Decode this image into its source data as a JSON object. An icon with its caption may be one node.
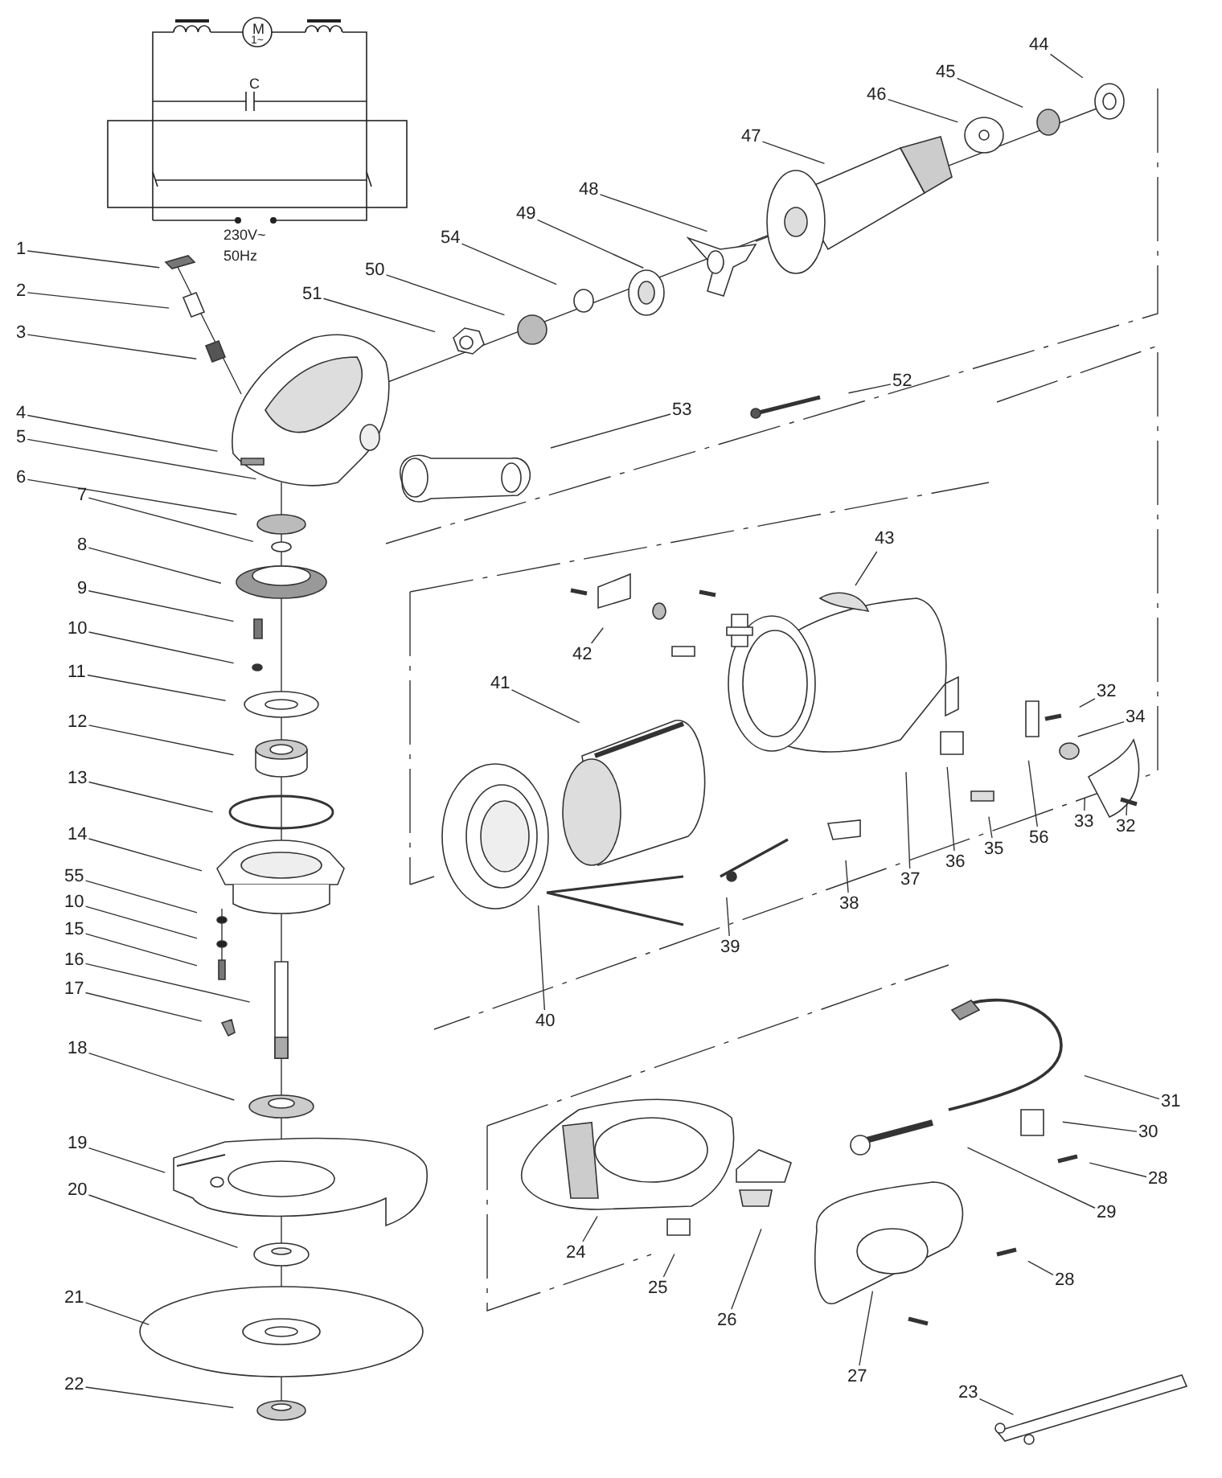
{
  "diagram": {
    "nodes": [
      {
        "text": [
          "1"
        ]
      },
      {
        "text": [
          "2"
        ]
      },
      {
        "text": [
          "3"
        ]
      },
      {
        "text": [
          "4"
        ]
      },
      {
        "text": [
          "5"
        ]
      },
      {
        "text": [
          "6"
        ]
      },
      {
        "text": [
          "7"
        ]
      },
      {
        "text": [
          "8"
        ]
      },
      {
        "text": [
          "9"
        ]
      },
      {
        "text": [
          "10"
        ]
      },
      {
        "text": [
          "11"
        ]
      },
      {
        "text": [
          "12"
        ]
      },
      {
        "text": [
          "13"
        ]
      },
      {
        "text": [
          "14"
        ]
      },
      {
        "text": [
          "55"
        ]
      },
      {
        "text": [
          "10"
        ]
      },
      {
        "text": [
          "15"
        ]
      },
      {
        "text": [
          "16"
        ]
      },
      {
        "text": [
          "17"
        ]
      },
      {
        "text": [
          "18"
        ]
      },
      {
        "text": [
          "19"
        ]
      },
      {
        "text": [
          "20"
        ]
      },
      {
        "text": [
          "21"
        ]
      },
      {
        "text": [
          "22"
        ]
      },
      {
        "text": [
          "44"
        ]
      },
      {
        "text": [
          "45"
        ]
      },
      {
        "text": [
          "46"
        ]
      },
      {
        "text": [
          "47"
        ]
      },
      {
        "text": [
          "48"
        ]
      },
      {
        "text": [
          "49"
        ]
      },
      {
        "text": [
          "54"
        ]
      },
      {
        "text": [
          "50"
        ]
      },
      {
        "text": [
          "51"
        ]
      },
      {
        "text": [
          "52"
        ]
      },
      {
        "text": [
          "53"
        ]
      },
      {
        "text": [
          "43"
        ]
      },
      {
        "text": [
          "42"
        ]
      },
      {
        "text": [
          "41"
        ]
      },
      {
        "text": [
          "32"
        ]
      },
      {
        "text": [
          "34"
        ]
      },
      {
        "text": [
          "56"
        ]
      },
      {
        "text": [
          "33"
        ]
      },
      {
        "text": [
          "32"
        ]
      },
      {
        "text": [
          "35"
        ]
      },
      {
        "text": [
          "36"
        ]
      },
      {
        "text": [
          "37"
        ]
      },
      {
        "text": [
          "38"
        ]
      },
      {
        "text": [
          "39"
        ]
      },
      {
        "text": [
          "40"
        ]
      },
      {
        "text": [
          "31"
        ]
      },
      {
        "text": [
          "30"
        ]
      },
      {
        "text": [
          "28"
        ]
      },
      {
        "text": [
          "29"
        ]
      },
      {
        "text": [
          "24"
        ]
      },
      {
        "text": [
          "28"
        ]
      },
      {
        "text": [
          "25"
        ]
      },
      {
        "text": [
          "26"
        ]
      },
      {
        "text": [
          "27"
        ]
      },
      {
        "text": [
          "23"
        ]
      }
    ],
    "edges": [
      {
        "from": 0,
        "to": null,
        "arrow": "none"
      },
      {
        "from": 1,
        "to": null,
        "arrow": "none"
      },
      {
        "from": 2,
        "to": null,
        "arrow": "none"
      },
      {
        "from": 3,
        "to": null,
        "arrow": "none"
      },
      {
        "from": 4,
        "to": null,
        "arrow": "none"
      },
      {
        "from": 5,
        "to": null,
        "arrow": "none"
      },
      {
        "from": 6,
        "to": null,
        "arrow": "none"
      },
      {
        "from": 7,
        "to": null,
        "arrow": "none"
      },
      {
        "from": 8,
        "to": null,
        "arrow": "none"
      },
      {
        "from": 9,
        "to": null,
        "arrow": "none"
      },
      {
        "from": 10,
        "to": null,
        "arrow": "none"
      },
      {
        "from": 11,
        "to": null,
        "arrow": "none"
      },
      {
        "from": 12,
        "to": null,
        "arrow": "none"
      },
      {
        "from": 13,
        "to": null,
        "arrow": "none"
      },
      {
        "from": 14,
        "to": null,
        "arrow": "none"
      },
      {
        "from": 15,
        "to": null,
        "arrow": "none"
      },
      {
        "from": 16,
        "to": null,
        "arrow": "none"
      },
      {
        "from": 17,
        "to": null,
        "arrow": "none"
      },
      {
        "from": 18,
        "to": null,
        "arrow": "none"
      },
      {
        "from": 19,
        "to": null,
        "arrow": "none"
      },
      {
        "from": 20,
        "to": null,
        "arrow": "none"
      },
      {
        "from": 21,
        "to": null,
        "arrow": "none"
      },
      {
        "from": 22,
        "to": null,
        "arrow": "none"
      },
      {
        "from": 23,
        "to": null,
        "arrow": "none"
      },
      {
        "from": 24,
        "to": null,
        "arrow": "none"
      },
      {
        "from": 25,
        "to": null,
        "arrow": "none"
      },
      {
        "from": 26,
        "to": null,
        "arrow": "none"
      },
      {
        "from": 27,
        "to": null,
        "arrow": "none"
      },
      {
        "from": 28,
        "to": null,
        "arrow": "none"
      },
      {
        "from": 29,
        "to": null,
        "arrow": "none"
      },
      {
        "from": 30,
        "to": null,
        "arrow": "none"
      },
      {
        "from": 31,
        "to": null,
        "arrow": "none"
      },
      {
        "from": 32,
        "to": null,
        "arrow": "none"
      },
      {
        "from": 33,
        "to": null,
        "arrow": "none"
      },
      {
        "from": 34,
        "to": null,
        "arrow": "none"
      },
      {
        "from": 35,
        "to": null,
        "arrow": "none"
      },
      {
        "from": 36,
        "to": null,
        "arrow": "none"
      },
      {
        "from": 37,
        "to": null,
        "arrow": "none"
      },
      {
        "from": 38,
        "to": null,
        "arrow": "none"
      },
      {
        "from": 39,
        "to": null,
        "arrow": "none"
      },
      {
        "from": 40,
        "to": null,
        "arrow": "none"
      },
      {
        "from": 41,
        "to": null,
        "arrow": "none"
      },
      {
        "from": 42,
        "to": null,
        "arrow": "none"
      },
      {
        "from": 43,
        "to": null,
        "arrow": "none"
      },
      {
        "from": 44,
        "to": null,
        "arrow": "none"
      },
      {
        "from": 45,
        "to": null,
        "arrow": "none"
      },
      {
        "from": 46,
        "to": null,
        "arrow": "none"
      },
      {
        "from": 47,
        "to": null,
        "arrow": "none"
      },
      {
        "from": 48,
        "to": null,
        "arrow": "none"
      },
      {
        "from": 49,
        "to": null,
        "arrow": "none"
      },
      {
        "from": 50,
        "to": null,
        "arrow": "none"
      },
      {
        "from": 51,
        "to": null,
        "arrow": "none"
      },
      {
        "from": 52,
        "to": null,
        "arrow": "none"
      },
      {
        "from": 53,
        "to": null,
        "arrow": "none"
      },
      {
        "from": 54,
        "to": null,
        "arrow": "none"
      },
      {
        "from": 55,
        "to": null,
        "arrow": "none"
      },
      {
        "from": 56,
        "to": null,
        "arrow": "none"
      },
      {
        "from": 57,
        "to": null,
        "arrow": "none"
      },
      {
        "from": 58,
        "to": null,
        "arrow": "none"
      }
    ],
    "labels": [
      "M",
      "1~",
      "C",
      "230V~",
      "50Hz"
    ]
  }
}
